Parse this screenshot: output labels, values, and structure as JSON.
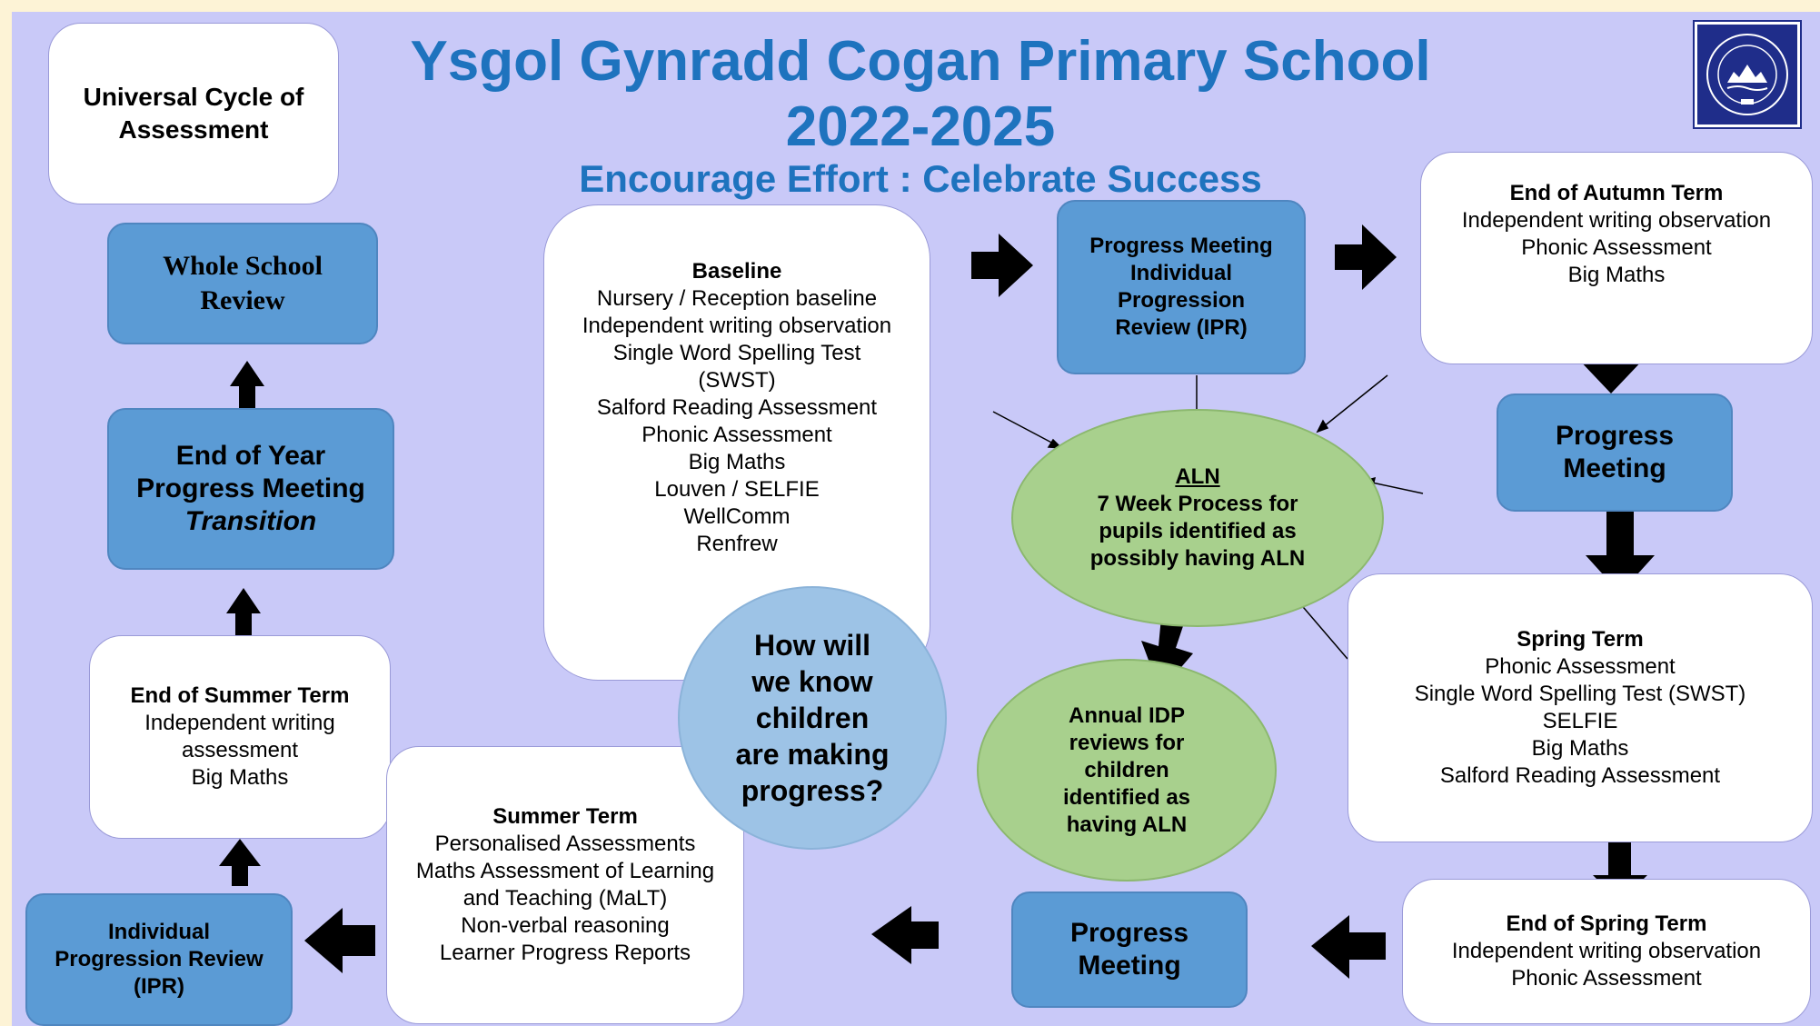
{
  "title": {
    "line1": "Ysgol Gynradd Cogan Primary School",
    "line2": "2022-2025",
    "motto": "Encourage Effort : Celebrate Success"
  },
  "universal": "Universal Cycle of Assessment",
  "logo_icon": "school-crest-icon",
  "whole_school_review": "Whole School Review",
  "end_of_year": {
    "line1": "End of Year",
    "line2": "Progress Meeting",
    "line3": "Transition"
  },
  "end_summer_term": {
    "heading": "End of Summer Term",
    "items": [
      "Independent writing assessment",
      "Big Maths"
    ]
  },
  "ipr_bottom": "Individual Progression Review (IPR)",
  "summer_term": {
    "heading": "Summer Term",
    "items": [
      "Personalised Assessments",
      "Maths Assessment of Learning and Teaching (MaLT)",
      "Non-verbal reasoning",
      "Learner Progress Reports"
    ]
  },
  "baseline": {
    "heading": "Baseline",
    "items": [
      "Nursery / Reception baseline",
      "Independent writing observation",
      "Single Word Spelling Test (SWST)",
      "Salford Reading Assessment",
      "Phonic Assessment",
      "Big Maths",
      "Louven / SELFIE",
      "WellComm",
      "Renfrew"
    ]
  },
  "question": "How will we know children are making progress?",
  "progress_ipr": "Progress Meeting Individual Progression Review (IPR)",
  "aln": {
    "heading": "ALN",
    "text": "7 Week Process for pupils identified as possibly having ALN"
  },
  "annual_idp": "Annual IDP reviews for children identified as having ALN",
  "end_autumn": {
    "heading": "End of Autumn Term",
    "items": [
      "Independent writing observation",
      "Phonic Assessment",
      "Big Maths"
    ]
  },
  "progress_right": "Progress Meeting",
  "spring_term": {
    "heading": "Spring Term",
    "items": [
      "Phonic Assessment",
      "Single Word Spelling Test (SWST)",
      "SELFIE",
      "Big Maths",
      "Salford Reading Assessment"
    ]
  },
  "end_spring": {
    "heading": "End of Spring Term",
    "items": [
      "Independent writing observation",
      "Phonic Assessment"
    ]
  },
  "progress_bottom": "Progress Meeting",
  "colors": {
    "background": "#c9c9f8",
    "title": "#1e73be",
    "blue_box": "#5b9bd5",
    "green_bubble": "#a8d08d",
    "question_bubble": "#9dc3e6",
    "logo": "#1f2d8a"
  }
}
